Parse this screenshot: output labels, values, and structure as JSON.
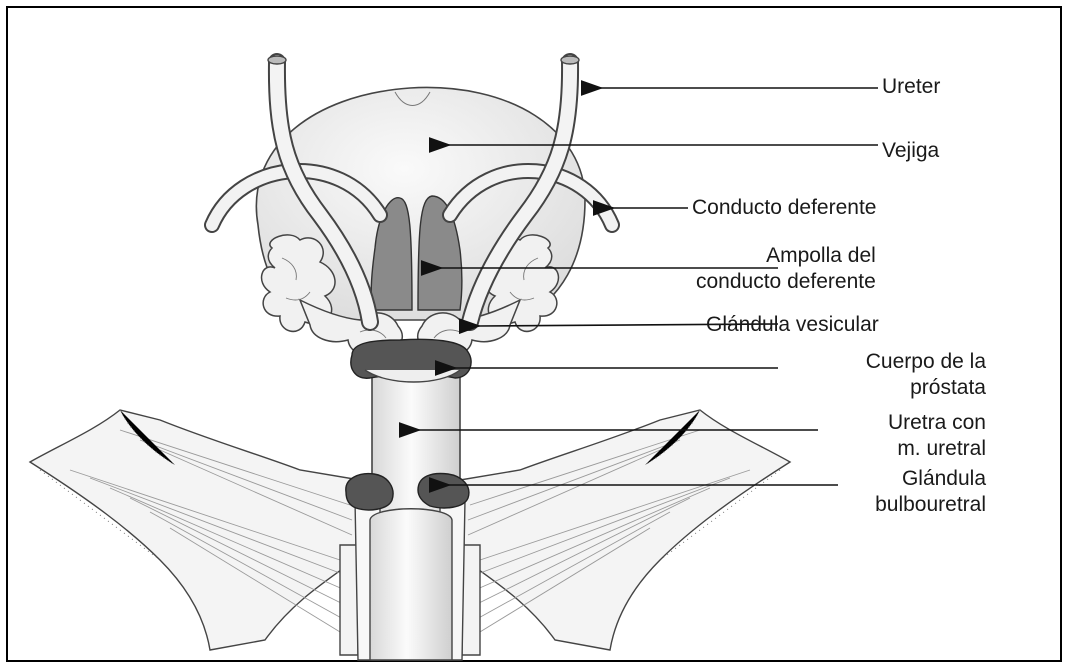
{
  "labels": {
    "ureter": "Ureter",
    "vejiga": "Vejiga",
    "conducto_deferente": "Conducto deferente",
    "ampolla_line1": "Ampolla del",
    "ampolla_line2": "conducto deferente",
    "glandula_vesicular": "Glándula vesicular",
    "prostata_line1": "Cuerpo de la",
    "prostata_line2": "próstata",
    "uretra_line1": "Uretra con",
    "uretra_line2": "m. uretral",
    "bulbo_line1": "Glándula",
    "bulbo_line2": "bulbouretral"
  },
  "colors": {
    "outline": "#333333",
    "organ_fill": "#eeeeee",
    "ampulla_fill": "#8a8a8a",
    "prostate_fill": "#4d4d4d",
    "border": "#000000"
  }
}
